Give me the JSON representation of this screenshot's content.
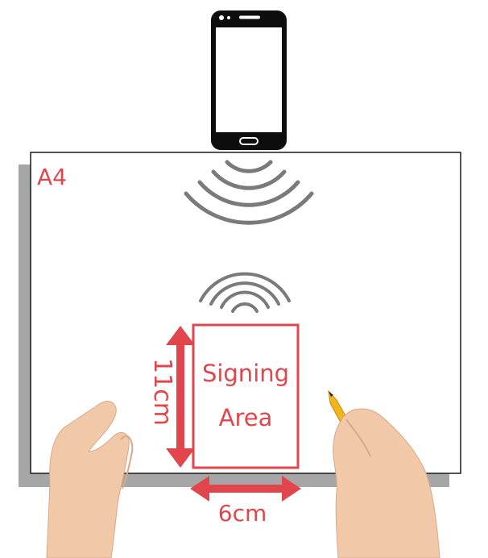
{
  "paper": {
    "label": "A4"
  },
  "signing_area": {
    "line1": "Signing",
    "line2": "Area",
    "height_label": "11cm",
    "width_label": "6cm"
  },
  "colors": {
    "accent_red": "#e0464c",
    "phone_black": "#0d0d0d",
    "wave_gray": "#7a7a7a",
    "shadow_gray": "#a6a6a6",
    "pencil_yellow": "#f2b31c",
    "skin": "#f1c8a8"
  },
  "icons": [
    "smartphone-icon",
    "wireless-signal-icon",
    "pencil-icon"
  ]
}
